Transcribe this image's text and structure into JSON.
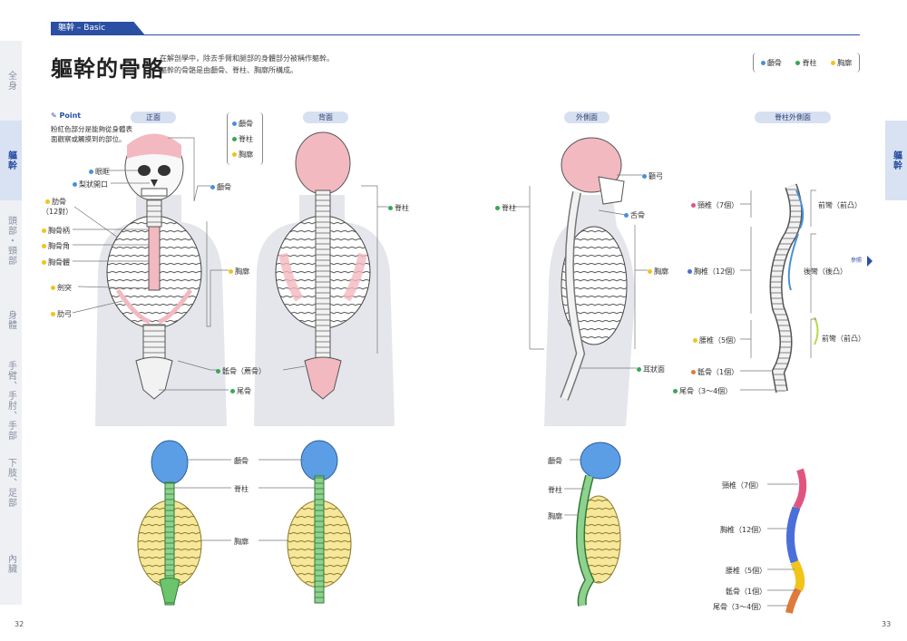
{
  "sidebar_left": [
    {
      "label": "全身",
      "active": false
    },
    {
      "label": "軀幹",
      "active": true
    },
    {
      "label": "頭部・頸部",
      "active": false
    },
    {
      "label": "身體",
      "active": false
    },
    {
      "label": "手臂、手肘、手部",
      "active": false
    },
    {
      "label": "下肢、足部",
      "active": false
    },
    {
      "label": "內臟",
      "active": false
    }
  ],
  "sidebar_right": {
    "label": "軀幹"
  },
  "header": {
    "section": "軀幹 – Basic",
    "title": "軀幹的骨骼",
    "intro_line1": "在解剖學中，除去手臂和腿部的身體部分被稱作軀幹。",
    "intro_line2": "軀幹的骨骼是由顱骨、脊柱、胸廓所構成。"
  },
  "legend": [
    {
      "label": "顱骨",
      "color": "#4a90d9"
    },
    {
      "label": "脊柱",
      "color": "#3aa655"
    },
    {
      "label": "胸廓",
      "color": "#f0c419"
    }
  ],
  "point": {
    "heading": "Point",
    "text": "粉紅色部分是能夠從身體表面觀察或觸摸到的部位。"
  },
  "views": {
    "front": "正面",
    "back": "背面",
    "side": "外側面",
    "spine_side": "脊柱外側面"
  },
  "front_labels": {
    "orbit": "眼眶",
    "nasal": "梨狀開口",
    "rib": "肋骨",
    "rib_count": "（12對）",
    "manubrium": "胸骨柄",
    "sternal_angle": "胸骨角",
    "sternum_body": "胸骨體",
    "xiphoid": "劍突",
    "costal_arch": "肋弓",
    "skull": "顱骨"
  },
  "shared_labels": {
    "thorax": "胸廓",
    "sacrum": "骶骨（薦骨）",
    "coccyx": "尾骨",
    "spine": "脊柱"
  },
  "side_labels": {
    "zygomatic": "顴弓",
    "hyoid": "舌骨",
    "thorax": "胸廓",
    "ear_face": "耳狀面",
    "spine": "脊柱"
  },
  "spine_side_labels": {
    "cervical": "頸椎（7個）",
    "thoracic": "胸椎（12個）",
    "lumbar": "腰椎（5個）",
    "sacrum": "骶骨（1個）",
    "coccyx": "尾骨（3～4個）",
    "front_curve1": "前彎（前凸）",
    "back_curve": "後彎（後凸）",
    "front_curve2": "前彎（前凸）",
    "ref": "參照"
  },
  "bottom_labels": {
    "skull": "顱骨",
    "spine": "脊柱",
    "thorax": "胸廓"
  },
  "bottom_side_labels": {
    "skull": "顱骨",
    "spine": "脊柱",
    "thorax": "胸廓"
  },
  "bottom_spine_labels": {
    "cervical": "頸椎（7個）",
    "thoracic": "胸椎（12個）",
    "lumbar": "腰椎（5個）",
    "sacrum": "骶骨（1個）",
    "coccyx": "尾骨（3～4個）"
  },
  "page_numbers": {
    "left": "32",
    "right": "33"
  },
  "colors": {
    "accent": "#2b4fa3",
    "skull": "#4a90d9",
    "spine": "#3aa655",
    "thorax": "#f0c419",
    "pink": "#f3b9c0",
    "body": "#e4e6ec"
  }
}
